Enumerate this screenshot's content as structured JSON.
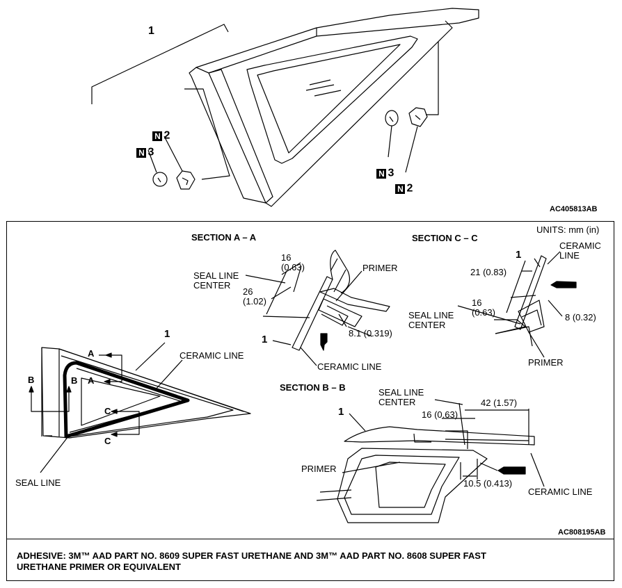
{
  "top": {
    "callout_1": "1",
    "n2_left": "2",
    "n3_left": "3",
    "n3_right": "3",
    "n2_right": "2",
    "n_letter": "N",
    "code": "AC405813AB"
  },
  "overview": {
    "label_1": "1",
    "ceramic_line": "CERAMIC LINE",
    "seal_line": "SEAL LINE",
    "a_top": "A",
    "a_bottom": "A",
    "b_left": "B",
    "b_right": "B",
    "c_top": "C",
    "c_bottom": "C"
  },
  "units": "UNITS: mm (in)",
  "section_aa": {
    "title": "SECTION A – A",
    "dim16": "16\n(0.63)",
    "seal_line_center": "SEAL LINE\nCENTER",
    "dim26": "26\n(1.02)",
    "primer": "PRIMER",
    "dim81": "8.1 (0.319)",
    "label_1": "1",
    "ceramic_line": "CERAMIC LINE"
  },
  "section_cc": {
    "title": "SECTION C – C",
    "label_1": "1",
    "ceramic_line": "CERAMIC\nLINE",
    "dim21": "21 (0.83)",
    "seal_line_center": "SEAL LINE\nCENTER",
    "dim16": "16\n(0.63)",
    "dim8": "8 (0.32)",
    "primer": "PRIMER"
  },
  "section_bb": {
    "title": "SECTION B – B",
    "seal_line_center": "SEAL LINE\nCENTER",
    "dim42": "42 (1.57)",
    "dim16": "16 (0.63)",
    "label_1": "1",
    "primer": "PRIMER",
    "dim105": "10.5 (0.413)",
    "ceramic_line": "CERAMIC LINE"
  },
  "lower_code": "AC808195AB",
  "adhesive_line1": "ADHESIVE: 3M™ AAD PART NO. 8609 SUPER FAST URETHANE AND 3M™ AAD PART NO. 8608 SUPER FAST",
  "adhesive_line2": "URETHANE PRIMER OR EQUIVALENT"
}
